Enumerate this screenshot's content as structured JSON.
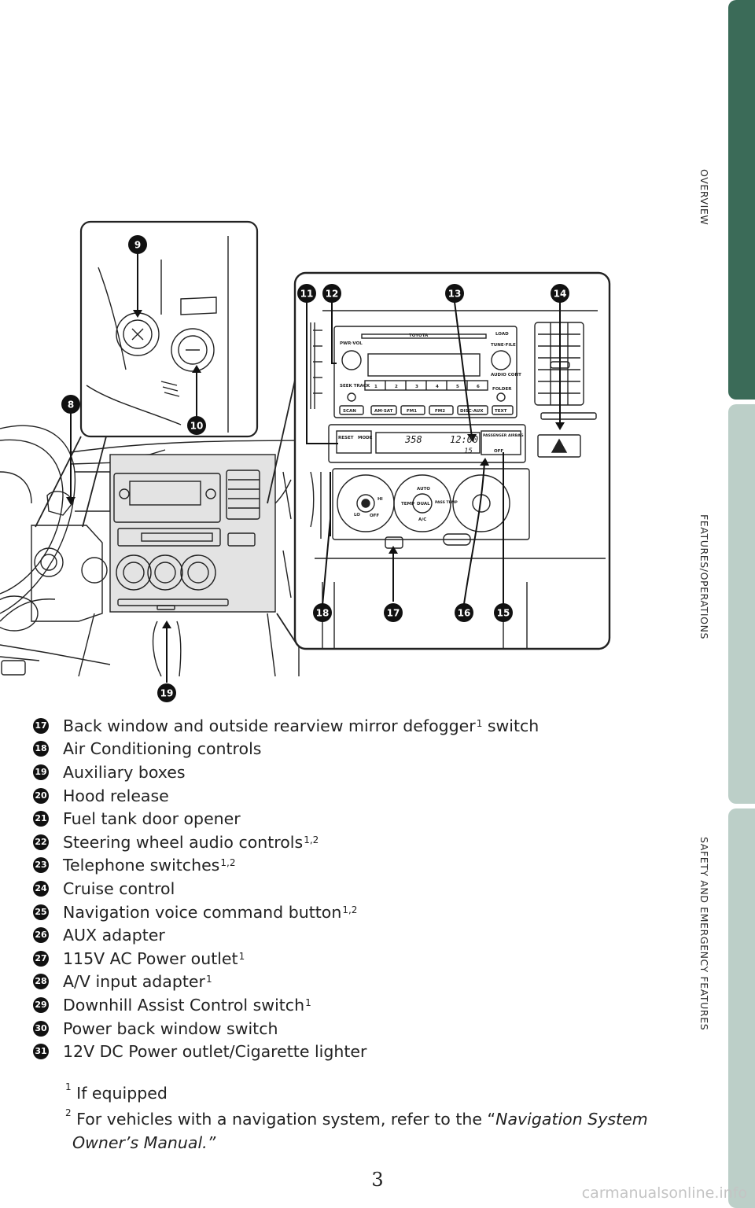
{
  "side_tabs": [
    {
      "label": "OVERVIEW",
      "color": "#3b6b58"
    },
    {
      "label": "FEATURES/OPERATIONS",
      "color": "#bccfc8"
    },
    {
      "label": "SAFETY AND EMERGENCY FEATURES",
      "color": "#bccfc8"
    }
  ],
  "figure": {
    "callouts": [
      "9",
      "8",
      "10",
      "11",
      "12",
      "13",
      "14",
      "18",
      "17",
      "16",
      "15",
      "19"
    ],
    "radio": {
      "brand": "TOYOTA",
      "pwr_vol": "PWR·VOL",
      "load": "LOAD",
      "tune_file": "TUNE·FILE",
      "audio_cont": "AUDIO CONT",
      "seek_track": "SEEK TRACK",
      "folder": "FOLDER",
      "presets": [
        "1",
        "2",
        "3",
        "4",
        "5",
        "6"
      ],
      "bottom_buttons": [
        "SCAN",
        "AM·SAT",
        "FM1",
        "FM2",
        "DISC·AUX",
        "TEXT"
      ]
    },
    "info_panel": {
      "reset": "RESET",
      "mode": "MODE",
      "compass": "358",
      "clock": "12:00",
      "temp": "15",
      "passenger_airbag": "PASSENGER AIRBAG",
      "off": "OFF"
    },
    "climate": {
      "auto": "AUTO",
      "temp": "TEMP",
      "dual": "DUAL",
      "pass_temp": "PASS TEMP",
      "ac": "A/C",
      "hi": "HI",
      "lo": "LO",
      "off": "OFF"
    }
  },
  "items": [
    {
      "num": "17",
      "text": "Back window and outside rearview mirror defogger",
      "sup": "1",
      "suffix": " switch"
    },
    {
      "num": "18",
      "text": "Air Conditioning controls",
      "sup": "",
      "suffix": ""
    },
    {
      "num": "19",
      "text": "Auxiliary boxes",
      "sup": "",
      "suffix": ""
    },
    {
      "num": "20",
      "text": "Hood release",
      "sup": "",
      "suffix": ""
    },
    {
      "num": "21",
      "text": "Fuel tank door opener",
      "sup": "",
      "suffix": ""
    },
    {
      "num": "22",
      "text": "Steering wheel audio controls",
      "sup": "1,2",
      "suffix": ""
    },
    {
      "num": "23",
      "text": "Telephone switches",
      "sup": "1,2",
      "suffix": ""
    },
    {
      "num": "24",
      "text": "Cruise control",
      "sup": "",
      "suffix": ""
    },
    {
      "num": "25",
      "text": "Navigation voice command button",
      "sup": "1,2",
      "suffix": ""
    },
    {
      "num": "26",
      "text": "AUX adapter",
      "sup": "",
      "suffix": ""
    },
    {
      "num": "27",
      "text": "115V AC Power outlet",
      "sup": "1",
      "suffix": ""
    },
    {
      "num": "28",
      "text": "A/V input adapter",
      "sup": "1",
      "suffix": ""
    },
    {
      "num": "29",
      "text": "Downhill Assist Control switch",
      "sup": "1",
      "suffix": ""
    },
    {
      "num": "30",
      "text": "Power back window switch",
      "sup": "",
      "suffix": ""
    },
    {
      "num": "31",
      "text": "12V DC Power outlet/Cigarette lighter",
      "sup": "",
      "suffix": ""
    }
  ],
  "footnotes": {
    "one_mark": "1",
    "one_text": " If equipped",
    "two_mark": "2",
    "two_text": " For vehicles with a navigation system, refer to the “",
    "two_title_a": "Navigation System",
    "two_title_b": "Owner’s Manual.”"
  },
  "page_number": "3",
  "watermark": "carmanualsonline.info"
}
